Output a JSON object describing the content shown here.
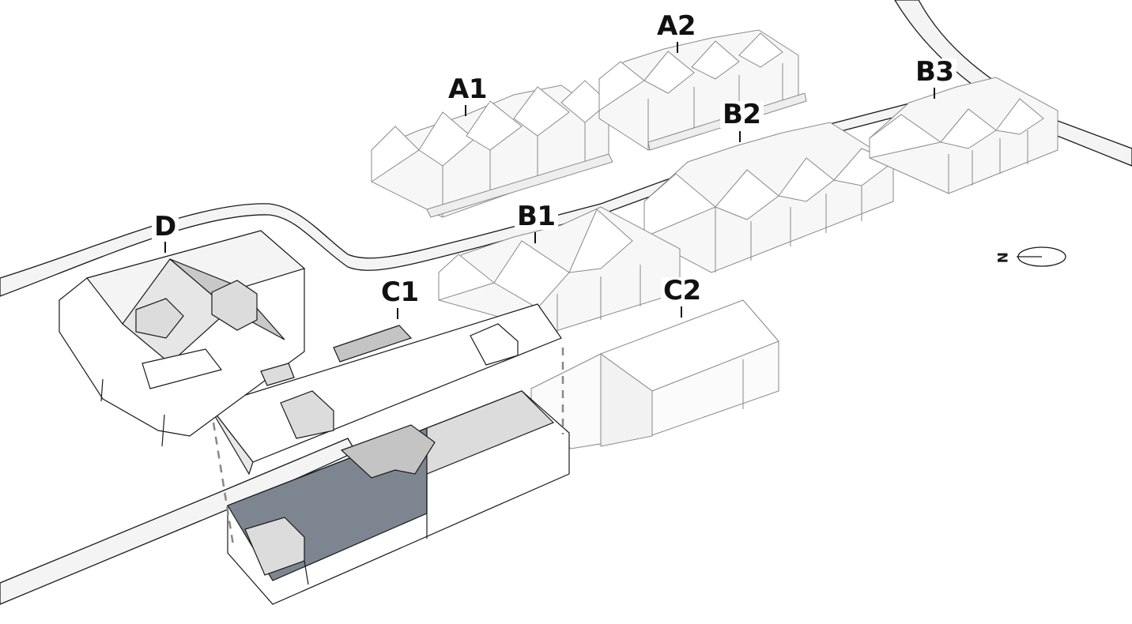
{
  "labels": {
    "a1": "A1",
    "a2": "A2",
    "b1": "B1",
    "b2": "B2",
    "b3": "B3",
    "c1": "C1",
    "c2": "C2",
    "d": "D"
  },
  "north_symbol": "N",
  "colors": {
    "line": "#1a1a1a",
    "faint_line": "#9a9a9a",
    "highlight": "#7c8590",
    "light_gray": "#dcdcdc",
    "mid_gray": "#c4c4c4"
  }
}
